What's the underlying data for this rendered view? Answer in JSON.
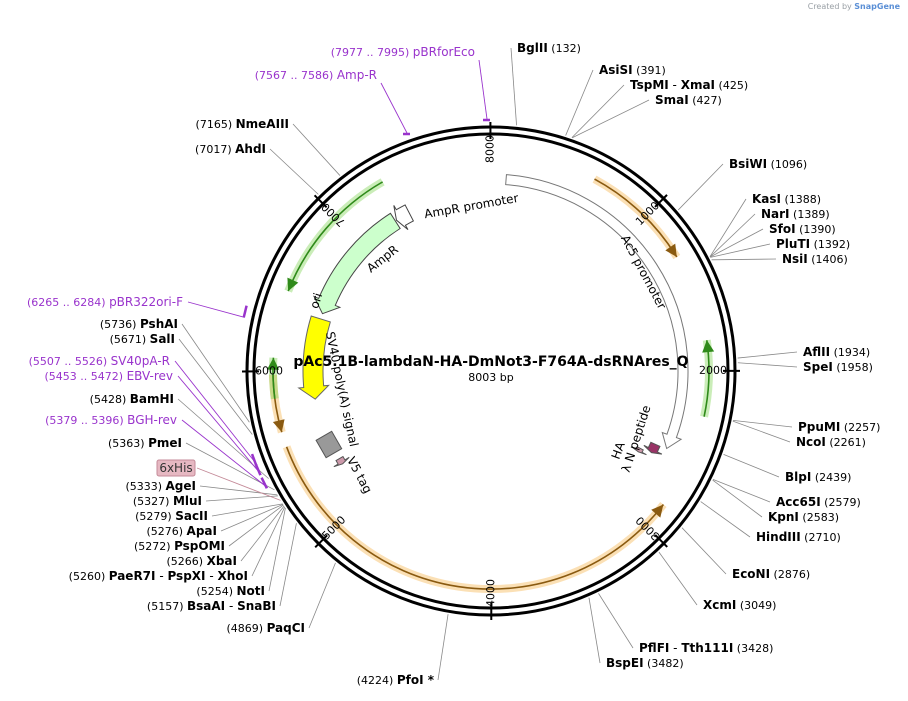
{
  "credit": {
    "prefix": "Created by",
    "brand": "SnapGene"
  },
  "plasmid": {
    "name": "pAc5.1B-lambdaN-HA-DmNot3-F764A-dsRNAres_Q",
    "size": "8003 bp",
    "length": 8003
  },
  "ticks": [
    {
      "pos": 1000,
      "label": "1000"
    },
    {
      "pos": 2000,
      "label": "2000"
    },
    {
      "pos": 3000,
      "label": "3000"
    },
    {
      "pos": 4000,
      "label": "4000"
    },
    {
      "pos": 5000,
      "label": "5000"
    },
    {
      "pos": 6000,
      "label": "6000"
    },
    {
      "pos": 7000,
      "label": "7000"
    },
    {
      "pos": 8000,
      "label": "8000"
    }
  ],
  "features": [
    {
      "name": "AmpR",
      "label": "AmpR",
      "start": 6420,
      "end": 7280,
      "color": "#ccffcc",
      "stroke": "#444444"
    },
    {
      "name": "AmpR promoter",
      "label": "AmpR promoter",
      "start": 7290,
      "end": 7395,
      "color": "#ffffff",
      "stroke": "#444444"
    },
    {
      "name": "ori",
      "label": "ori",
      "start": 5800,
      "end": 6380,
      "color": "#ffff00",
      "stroke": "#666666"
    },
    {
      "name": "Ac5 promoter",
      "label": "Ac5 promoter",
      "start": 100,
      "end": 2530,
      "color": "#ffffff",
      "stroke": "#777777"
    },
    {
      "name": "lambda N peptide",
      "label": "λ N peptide",
      "start": 2535,
      "end": 2600,
      "color": "#993366",
      "stroke": "#555555"
    },
    {
      "name": "HA",
      "label": "HA",
      "start": 2610,
      "end": 2640,
      "color": "#cc99aa",
      "stroke": "#555555"
    },
    {
      "name": "SV40 poly(A) signal",
      "label": "SV40 poly(A) signal",
      "start": 5400,
      "end": 5520,
      "color": "#999999",
      "stroke": "#555555"
    },
    {
      "name": "V5 tag",
      "label": "V5 tag",
      "start": 5290,
      "end": 5335,
      "color": "#cc99aa",
      "stroke": "#555555"
    }
  ],
  "orf_arcs": [
    {
      "start": 630,
      "end": 1300,
      "color": "#f4a52b",
      "arrow": "cw"
    },
    {
      "start": 2840,
      "end": 5550,
      "color": "#f4a52b",
      "arrow": "ccw"
    },
    {
      "start": 5640,
      "end": 5980,
      "color": "#f4a52b",
      "arrow": "ccw"
    },
    {
      "start": 1820,
      "end": 2270,
      "color": "#66cc33",
      "arrow": "ccw"
    },
    {
      "start": 5840,
      "end": 6080,
      "color": "#66cc33",
      "arrow": "cw"
    },
    {
      "start": 6480,
      "end": 7340,
      "color": "#66cc33",
      "arrow": "ccw"
    }
  ],
  "primers_left": [
    {
      "range": "(6265 .. 6284)",
      "name": "pBR322ori-F",
      "pos": 6275
    },
    {
      "range": "(5507 .. 5526)",
      "name": "SV40pA-R",
      "pos": 5516
    },
    {
      "range": "(5453 .. 5472)",
      "name": "EBV-rev",
      "pos": 5462
    },
    {
      "range": "(5379 .. 5396)",
      "name": "BGH-rev",
      "pos": 5388
    }
  ],
  "primers_top": [
    {
      "range": "(7977 .. 7995)",
      "name": "pBRforEco",
      "pos": 7986
    },
    {
      "range": "(7567 .. 7586)",
      "name": "Amp-R",
      "pos": 7576
    }
  ],
  "sites_right": [
    {
      "name": "BglII",
      "pos_label": "(132)",
      "pos": 132
    },
    {
      "name": "AsiSI",
      "pos_label": "(391)",
      "pos": 391
    },
    {
      "name": "TspMI",
      "extra": "XmaI",
      "pos_label": "(425)",
      "pos": 425
    },
    {
      "name": "SmaI",
      "pos_label": "(427)",
      "pos": 427
    },
    {
      "name": "BsiWI",
      "pos_label": "(1096)",
      "pos": 1096
    },
    {
      "name": "KasI",
      "pos_label": "(1388)",
      "pos": 1388
    },
    {
      "name": "NarI",
      "pos_label": "(1389)",
      "pos": 1389
    },
    {
      "name": "SfoI",
      "pos_label": "(1390)",
      "pos": 1390
    },
    {
      "name": "PluTI",
      "pos_label": "(1392)",
      "pos": 1392
    },
    {
      "name": "NsiI",
      "pos_label": "(1406)",
      "pos": 1406
    },
    {
      "name": "AflII",
      "pos_label": "(1934)",
      "pos": 1934
    },
    {
      "name": "SpeI",
      "pos_label": "(1958)",
      "pos": 1958
    },
    {
      "name": "PpuMI",
      "pos_label": "(2257)",
      "pos": 2257
    },
    {
      "name": "NcoI",
      "pos_label": "(2261)",
      "pos": 2261
    },
    {
      "name": "BlpI",
      "pos_label": "(2439)",
      "pos": 2439
    },
    {
      "name": "Acc65I",
      "pos_label": "(2579)",
      "pos": 2579
    },
    {
      "name": "KpnI",
      "pos_label": "(2583)",
      "pos": 2583
    },
    {
      "name": "HindIII",
      "pos_label": "(2710)",
      "pos": 2710
    },
    {
      "name": "EcoNI",
      "pos_label": "(2876)",
      "pos": 2876
    },
    {
      "name": "XcmI",
      "pos_label": "(3049)",
      "pos": 3049
    },
    {
      "name": "PflFI",
      "extra": "Tth111I",
      "pos_label": "(3428)",
      "pos": 3428
    },
    {
      "name": "BspEI",
      "pos_label": "(3482)",
      "pos": 3482
    }
  ],
  "sites_left": [
    {
      "name": "NmeAIII",
      "pos_label": "(7165)",
      "pos": 7165
    },
    {
      "name": "AhdI",
      "pos_label": "(7017)",
      "pos": 7017
    },
    {
      "name": "PshAI",
      "pos_label": "(5736)",
      "pos": 5736
    },
    {
      "name": "SalI",
      "pos_label": "(5671)",
      "pos": 5671
    },
    {
      "name": "BamHI",
      "pos_label": "(5428)",
      "pos": 5428
    },
    {
      "name": "PmeI",
      "pos_label": "(5363)",
      "pos": 5363
    },
    {
      "name": "AgeI",
      "pos_label": "(5333)",
      "pos": 5333
    },
    {
      "name": "MluI",
      "pos_label": "(5327)",
      "pos": 5327
    },
    {
      "name": "SacII",
      "pos_label": "(5279)",
      "pos": 5279
    },
    {
      "name": "ApaI",
      "pos_label": "(5276)",
      "pos": 5276
    },
    {
      "name": "PspOMI",
      "pos_label": "(5272)",
      "pos": 5272
    },
    {
      "name": "XbaI",
      "pos_label": "(5266)",
      "pos": 5266
    },
    {
      "name": "PaeR7I",
      "extra": "PspXI",
      "extra2": "XhoI",
      "pos_label": "(5260)",
      "pos": 5260
    },
    {
      "name": "NotI",
      "pos_label": "(5254)",
      "pos": 5254
    },
    {
      "name": "BsaAI",
      "extra": "SnaBI",
      "pos_label": "(5157)",
      "pos": 5157
    },
    {
      "name": "PaqCI",
      "pos_label": "(4869)",
      "pos": 4869
    },
    {
      "name": "PfoI *",
      "pos_label": "(4224)",
      "pos": 4224
    }
  ],
  "his_tag": {
    "label": "6xHis",
    "pos": 5300
  }
}
